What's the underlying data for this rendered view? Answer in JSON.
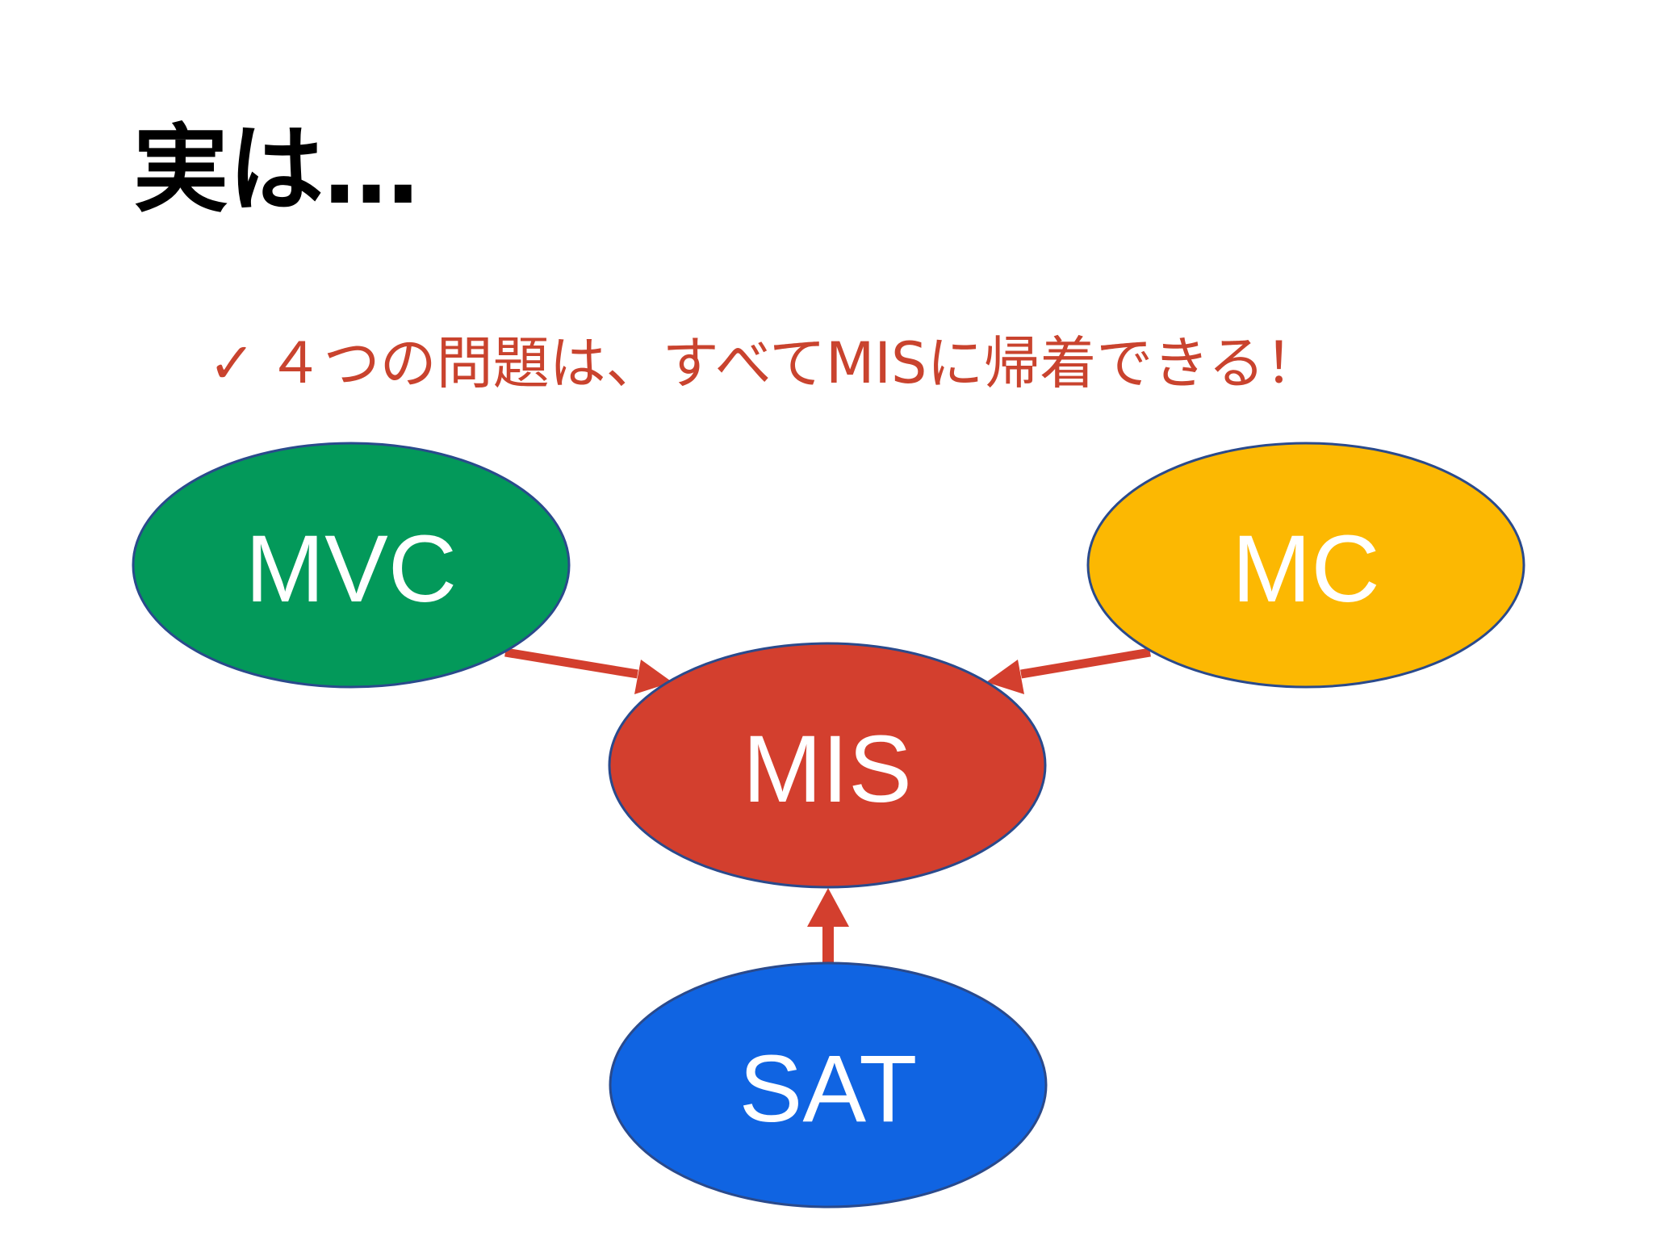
{
  "slide": {
    "title": "実は…",
    "bullet_mark": "✓",
    "bullet_text": "４つの問題は、すべてMISに帰着できる！"
  },
  "diagram": {
    "nodes": [
      {
        "id": "mvc",
        "label": "MVC",
        "color": "#03995a"
      },
      {
        "id": "mc",
        "label": "MC",
        "color": "#fcb802"
      },
      {
        "id": "mis",
        "label": "MIS",
        "color": "#d33f2e"
      },
      {
        "id": "sat",
        "label": "SAT",
        "color": "#1064e2"
      }
    ],
    "edges": [
      {
        "from": "mvc",
        "to": "mis"
      },
      {
        "from": "mc",
        "to": "mis"
      },
      {
        "from": "sat",
        "to": "mis"
      }
    ],
    "arrow_color": "#d33f2e",
    "outline_color": "#2a4a8c"
  }
}
